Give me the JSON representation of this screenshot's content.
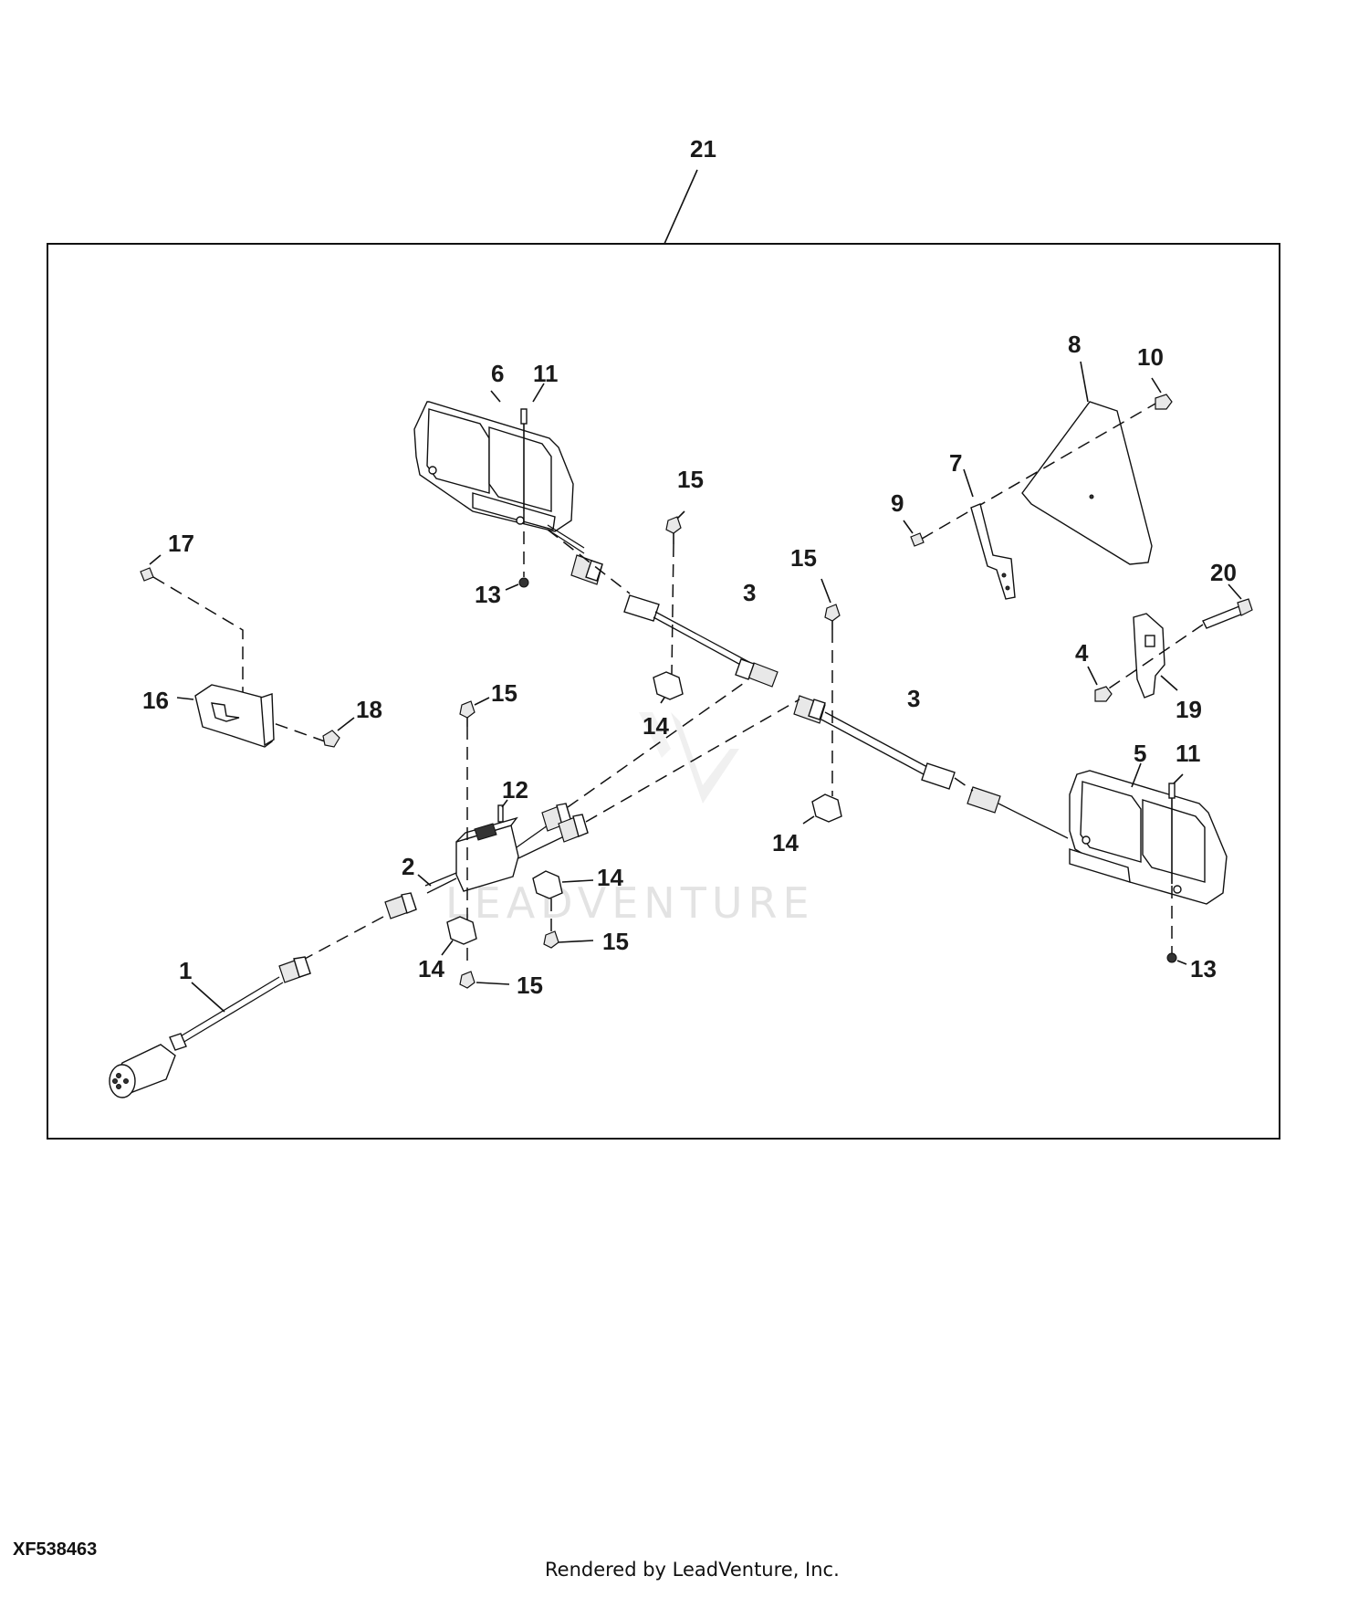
{
  "figure_id": "XF538463",
  "footer": "Rendered by LeadVenture, Inc.",
  "watermark": "LEADVENTURE",
  "callouts": {
    "c21": "21",
    "c6": "6",
    "c11a": "11",
    "c8": "8",
    "c10": "10",
    "c15a": "15",
    "c7": "7",
    "c9": "9",
    "c17": "17",
    "c13a": "13",
    "c3a": "3",
    "c15b": "15",
    "c20": "20",
    "c4": "4",
    "c19": "19",
    "c16": "16",
    "c18": "18",
    "c15c": "15",
    "c14a": "14",
    "c3b": "3",
    "c12": "12",
    "c5": "5",
    "c11b": "11",
    "c14b": "14",
    "c2": "2",
    "c14c": "14",
    "c15d": "15",
    "c14d": "14",
    "c15e": "15",
    "c13b": "13",
    "c1": "1"
  }
}
